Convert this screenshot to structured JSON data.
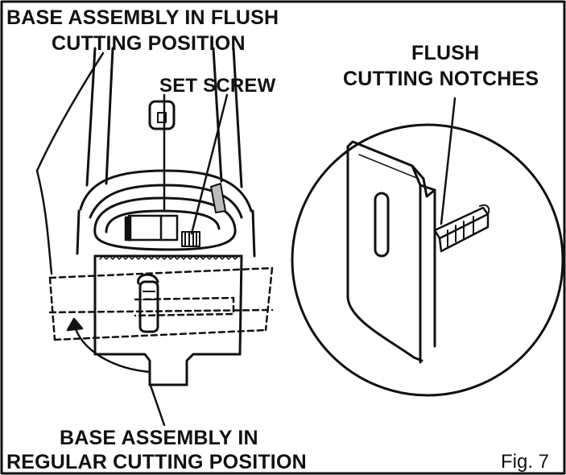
{
  "labels": {
    "base_flush_line1": "BASE ASSEMBLY IN FLUSH",
    "base_flush_line2": "CUTTING POSITION",
    "set_screw": "SET SCREW",
    "notches_line1": "FLUSH",
    "notches_line2": "CUTTING NOTCHES",
    "base_regular_line1": "BASE ASSEMBLY IN",
    "base_regular_line2": "REGULAR CUTTING POSITION",
    "figure_number": "Fig. 7"
  },
  "colors": {
    "ink": "#111111",
    "background": "#ffffff",
    "shade": "#bdbdbd"
  }
}
